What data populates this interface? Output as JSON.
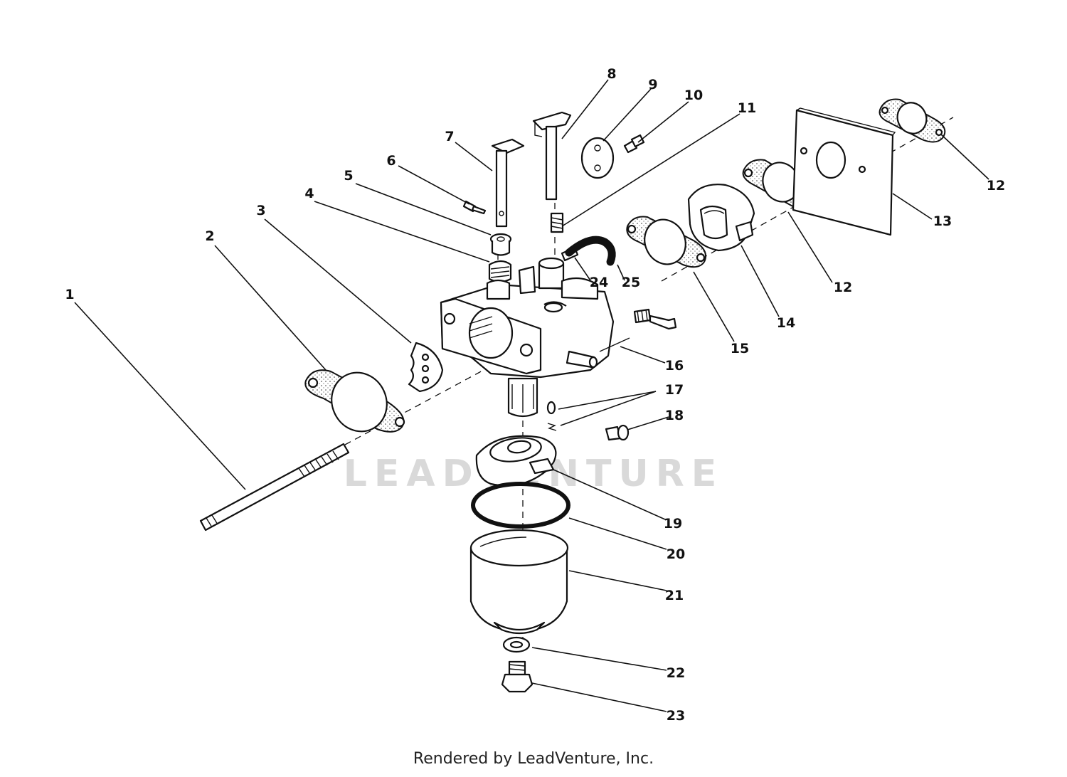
{
  "watermark": "LEADVENTURE",
  "footer": "Rendered by LeadVenture, Inc.",
  "callouts": [
    "1",
    "2",
    "3",
    "4",
    "5",
    "6",
    "7",
    "8",
    "9",
    "10",
    "11",
    "12",
    "12",
    "13",
    "14",
    "15",
    "16",
    "17",
    "18",
    "19",
    "20",
    "21",
    "22",
    "23",
    "24",
    "25"
  ]
}
